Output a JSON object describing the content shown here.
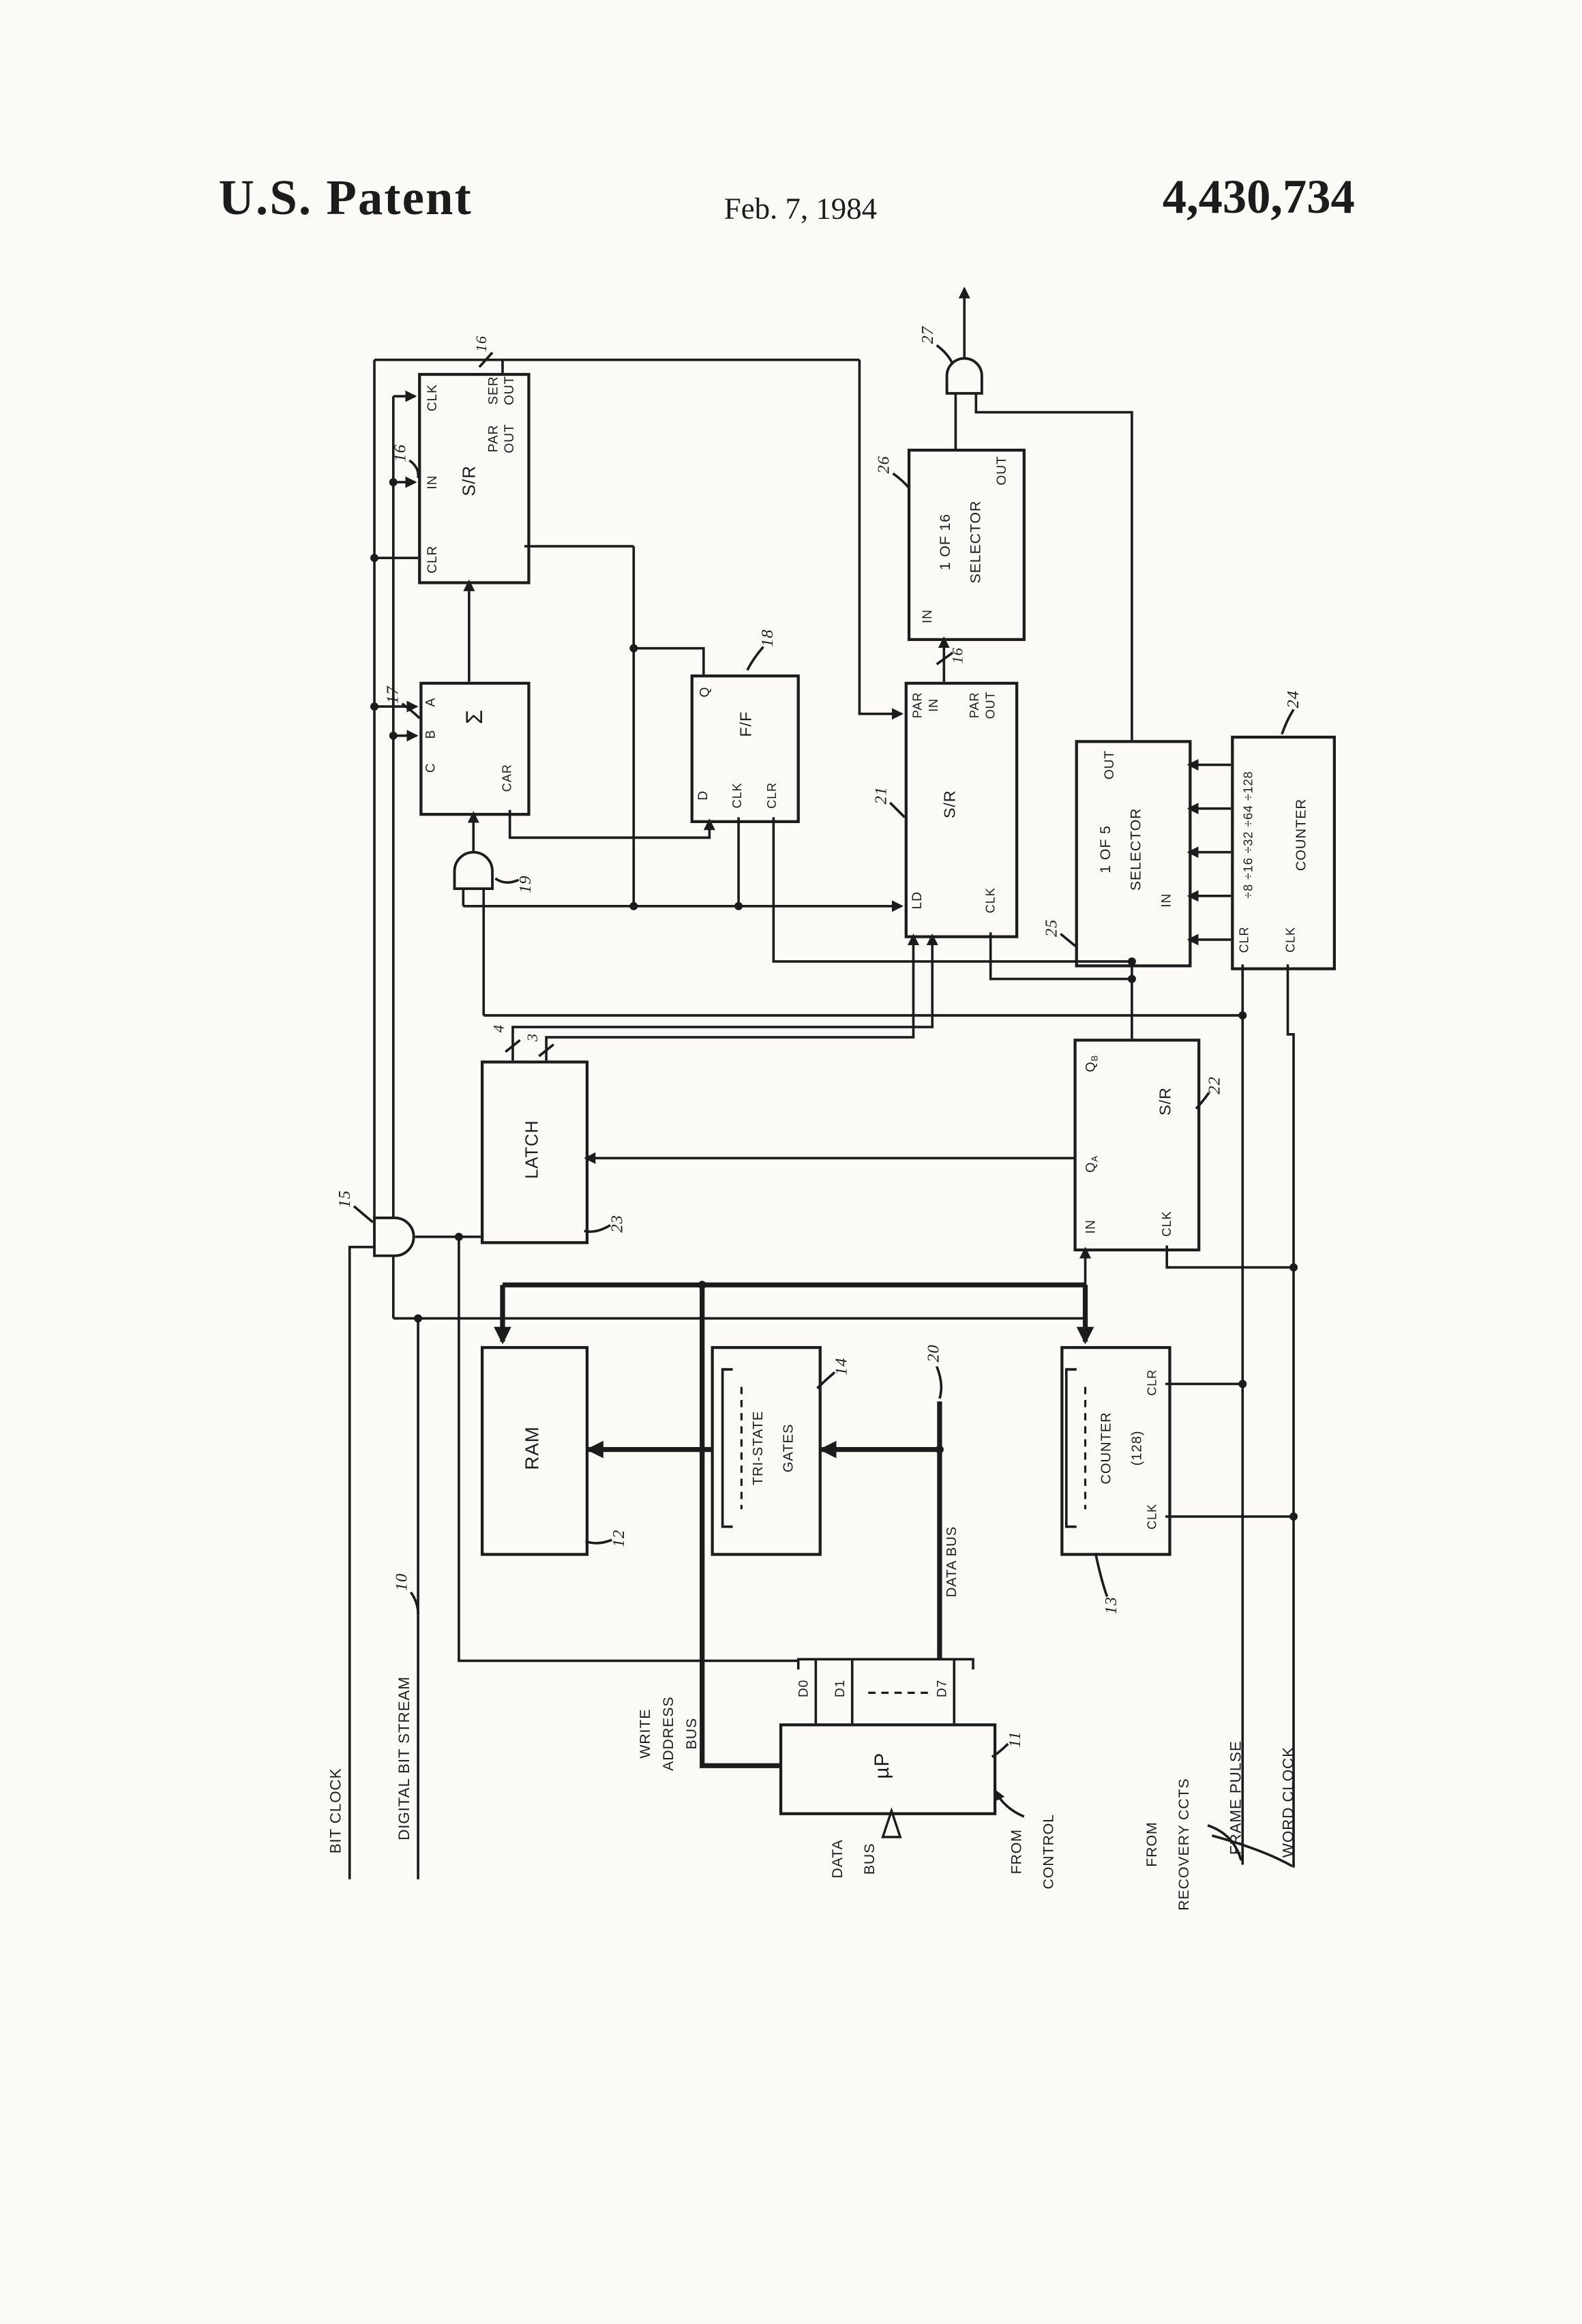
{
  "header": {
    "title": "U.S. Patent",
    "date": "Feb. 7, 1984",
    "patent_number": "4,430,734"
  },
  "diagram": {
    "blocks": {
      "sr16": {
        "ref": "16",
        "label": "S/R",
        "pin_clk": "CLK",
        "pin_in": "IN",
        "pin_clr": "CLR",
        "pin_ser": "SER",
        "pin_ser_out": "OUT",
        "pin_par": "PAR",
        "pin_par_out": "OUT",
        "bus": "16"
      },
      "adder17": {
        "ref": "17",
        "label": "Σ",
        "pin_a": "A",
        "pin_b": "B",
        "pin_c": "C",
        "pin_car": "CAR"
      },
      "ff18": {
        "ref": "18",
        "label": "F/F",
        "pin_q": "Q",
        "pin_d": "D",
        "pin_clk": "CLK",
        "pin_clr": "CLR"
      },
      "and19": {
        "ref": "19"
      },
      "sel26": {
        "ref": "26",
        "line1": "1 OF 16",
        "line2": "SELECTOR",
        "pin_in": "IN",
        "pin_out": "OUT"
      },
      "or27": {
        "ref": "27"
      },
      "sr21": {
        "ref": "21",
        "label": "S/R",
        "par1": "PAR",
        "in1": "IN",
        "par2": "PAR",
        "out2": "OUT",
        "pin_ld": "LD",
        "pin_clk": "CLK",
        "bus": "16"
      },
      "sel25": {
        "ref": "25",
        "line1": "1 OF 5",
        "line2": "SELECTOR",
        "pin_in": "IN",
        "pin_out": "OUT"
      },
      "counter24": {
        "ref": "24",
        "label": "COUNTER",
        "divides": "÷8 ÷16 ÷32 ÷64 ÷128",
        "pin_clr": "CLR",
        "pin_clk": "CLK"
      },
      "sr22": {
        "ref": "22",
        "label": "S/R",
        "q": "Q",
        "sub_a": "A",
        "sub_b": "B",
        "pin_in": "IN",
        "pin_clk": "CLK"
      },
      "latch23": {
        "ref": "23",
        "label": "LATCH",
        "bus4": "4",
        "bus3": "3"
      },
      "and15": {
        "ref": "15"
      },
      "ram12": {
        "ref": "12",
        "label": "RAM"
      },
      "gates14": {
        "ref": "14",
        "line1": "TRI-STATE",
        "line2": "GATES"
      },
      "counter13": {
        "ref": "13",
        "line1": "COUNTER",
        "line2": "(128)",
        "pin_clr": "CLR",
        "pin_clk": "CLK"
      },
      "up11": {
        "ref": "11",
        "label": "µP",
        "d0": "D0",
        "d1": "D1",
        "d7": "D7"
      }
    },
    "signals": {
      "bit_clock": "BIT CLOCK",
      "digital_bit_stream": "DIGITAL BIT STREAM",
      "dbs_ref": "10",
      "write_address_bus": [
        "WRITE",
        "ADDRESS",
        "BUS"
      ],
      "data_bus_label": "DATA BUS",
      "data_bus_ref": "20",
      "data_bus_bottom": [
        "DATA",
        "BUS"
      ],
      "from_control": [
        "FROM",
        "CONTROL"
      ],
      "from_recovery": [
        "FROM",
        "RECOVERY CCTS"
      ],
      "frame_pulse": "FRAME PULSE",
      "word_clock": "WORD CLOCK"
    }
  }
}
